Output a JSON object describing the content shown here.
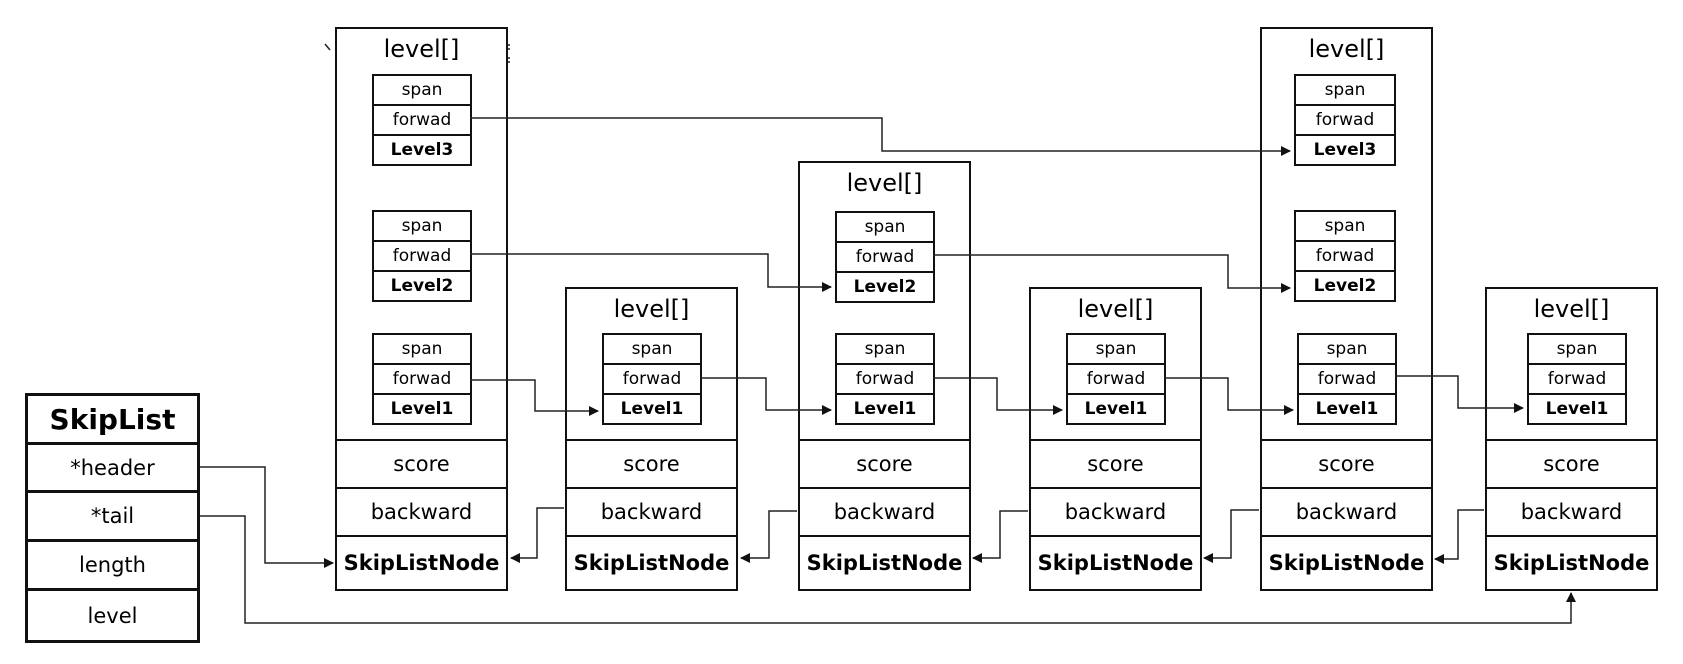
{
  "skiplist": {
    "title": "SkipList",
    "fields": [
      "*header",
      "*tail",
      "length",
      "level"
    ]
  },
  "node_labels": {
    "level_array": "level[]",
    "span": "span",
    "forward": "forwad",
    "score": "score",
    "backward": "backward",
    "node": "SkipListNode",
    "level1": "Level1",
    "level2": "Level2",
    "level3": "Level3"
  },
  "nodes": [
    {
      "levels": 3
    },
    {
      "levels": 1
    },
    {
      "levels": 2
    },
    {
      "levels": 1
    },
    {
      "levels": 3
    },
    {
      "levels": 1
    }
  ]
}
